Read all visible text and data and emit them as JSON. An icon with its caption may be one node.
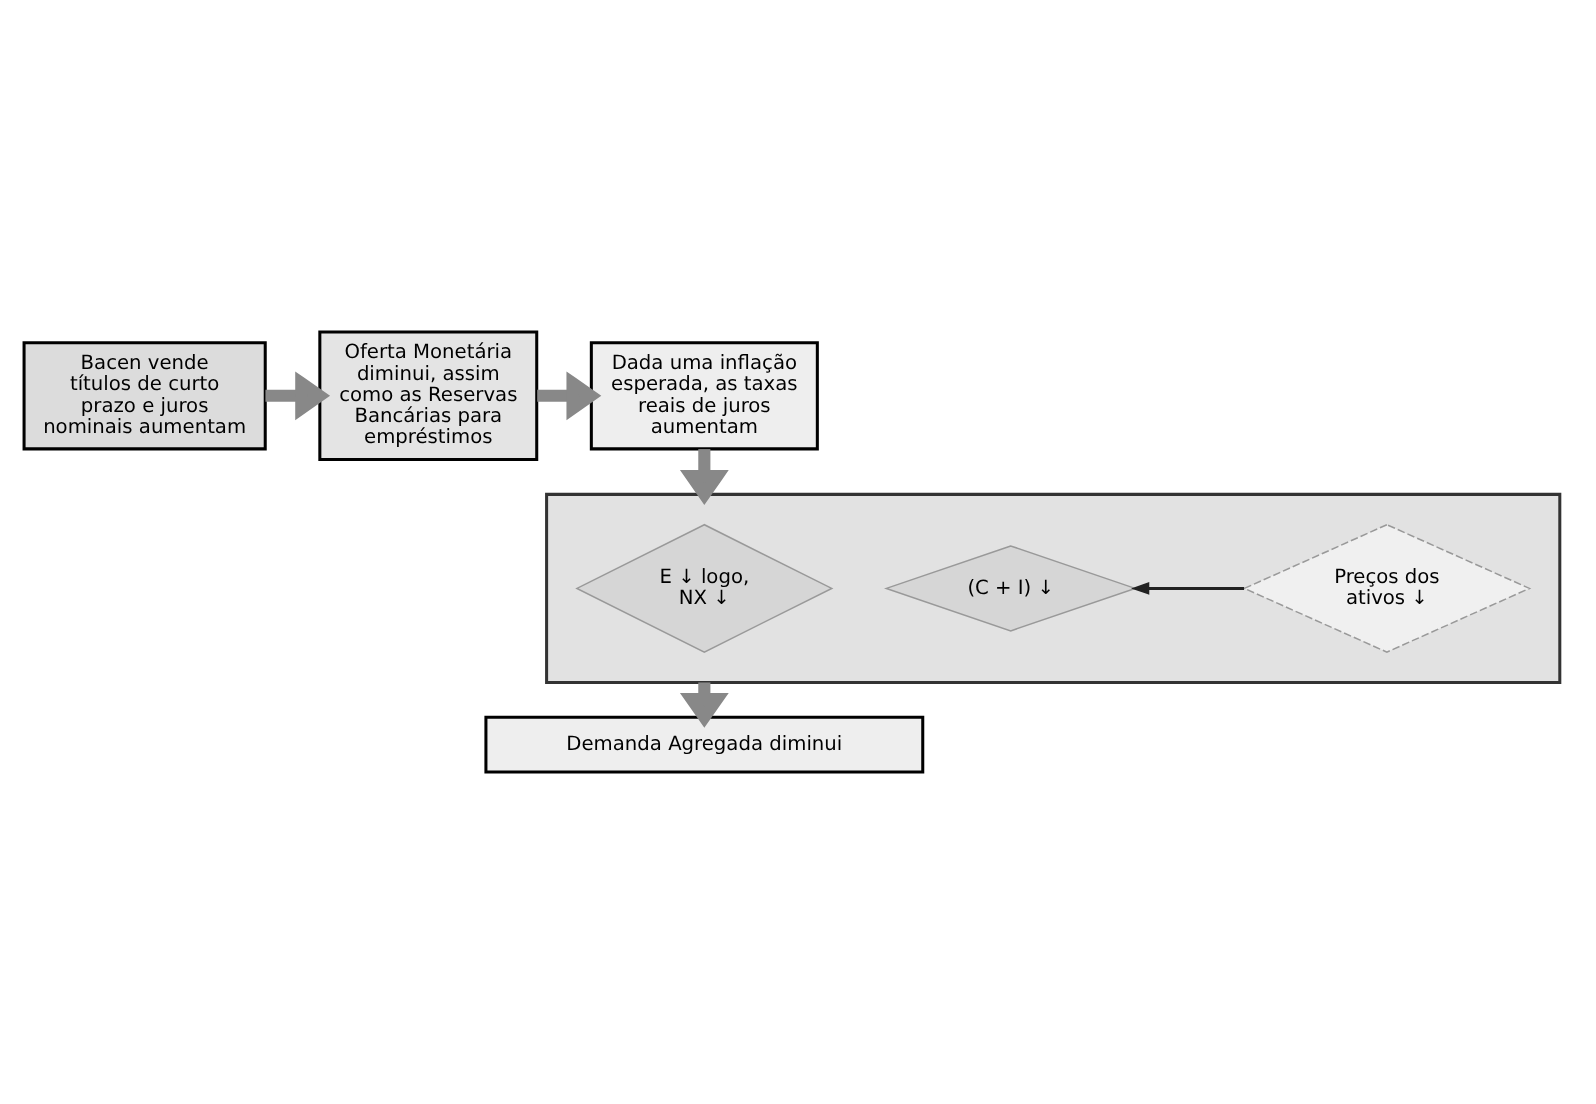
{
  "diagram": {
    "nodes": [
      {
        "text": [
          "Bacen vende títulos de curto prazo e juros nominais aumentam"
        ]
      },
      {
        "text": [
          "Oferta Monetária diminui, assim como as Reservas Bancárias para empréstimos"
        ]
      },
      {
        "text": [
          "Dada uma inflação esperada, as taxas reais de juros aumentam"
        ]
      },
      {
        "text": [],
        "shape": "box"
      },
      {
        "text": [
          "(C + I) ↓"
        ],
        "in": 3
      },
      {
        "text": [
          "E ↓ logo, NX ↓"
        ],
        "in": 3
      },
      {
        "text": [
          "Preços dos ativos ↓"
        ],
        "in": 3
      },
      {
        "text": [
          "Demanda Agregada diminui"
        ]
      }
    ],
    "edges": [
      {
        "from": 0,
        "to": 1,
        "arrow": "to"
      },
      {
        "from": 1,
        "to": 2,
        "arrow": "to"
      },
      {
        "from": 2,
        "to": 3,
        "arrow": "to"
      },
      {
        "from": 6,
        "to": 4,
        "arrow": "to",
        "color": "#222222"
      },
      {
        "from": 3,
        "to": 7,
        "arrow": "to"
      }
    ]
  }
}
